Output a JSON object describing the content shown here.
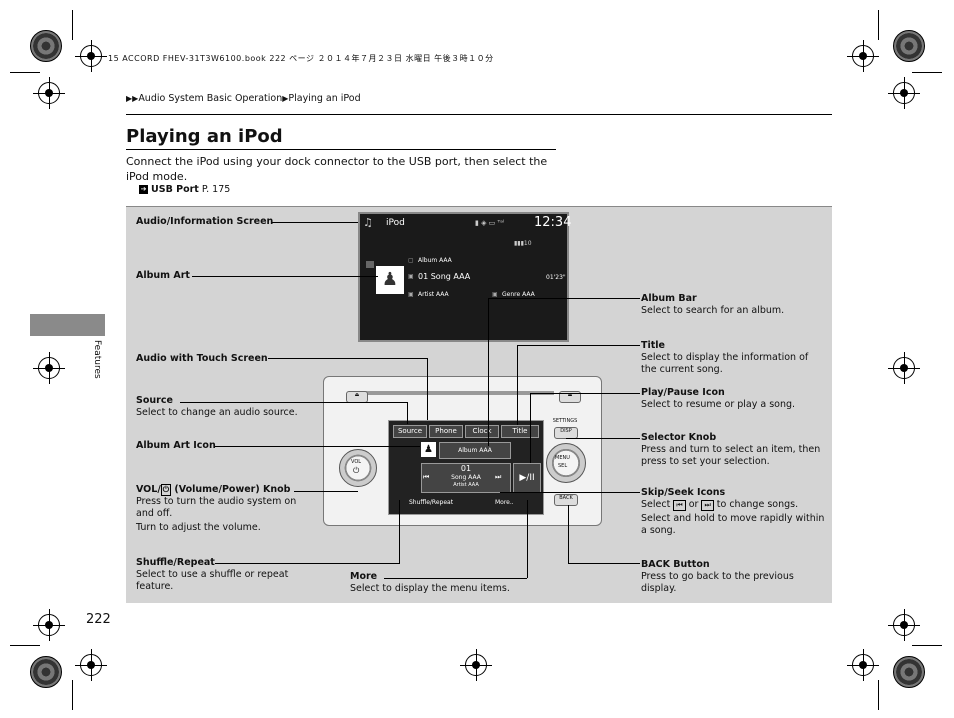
{
  "print_header": "15 ACCORD FHEV-31T3W6100.book 222 ページ ２０１４年７月２３日 水曜日 午後３時１０分",
  "breadcrumb": {
    "arrows": "▶▶",
    "section": "Audio System Basic Operation",
    "sep": "▶",
    "page": "Playing an iPod"
  },
  "title": "Playing an iPod",
  "intro": "Connect the iPod using your dock connector to the USB port, then select the iPod mode.",
  "ref": {
    "icon": "2",
    "label": "USB Port",
    "page": "P. 175"
  },
  "side_label": "Features",
  "page_number": "222",
  "screen": {
    "source": "iPod",
    "clock": "12:34",
    "volume": "10",
    "album": "Album AAA",
    "song": "01 Song AAA",
    "time": "01'23\"",
    "artist": "Artist AAA",
    "genre": "Genre AAA"
  },
  "unit": {
    "tabs": [
      "Source",
      "Phone",
      "Clock",
      "Title"
    ],
    "album": "Album AAA",
    "track": "01",
    "song": "Song AAA",
    "artist": "Artist AAA",
    "shuffle": "Shuffle/Repeat",
    "more": "More..",
    "vol_label": "VOL",
    "settings": "SETTINGS",
    "disp": "DISP",
    "menu": "MENU",
    "sel": "SEL",
    "back": "BACK"
  },
  "labels": {
    "audio_info": {
      "title": "Audio/Information Screen"
    },
    "album_art": {
      "title": "Album Art"
    },
    "audio_touch": {
      "title": "Audio with Touch Screen"
    },
    "source": {
      "title": "Source",
      "desc": "Select to change an audio source."
    },
    "album_art_icon": {
      "title": "Album Art Icon"
    },
    "vol": {
      "title_pre": "VOL/",
      "title_post": " (Volume/Power) Knob",
      "desc1": "Press to turn the audio system on and off.",
      "desc2": "Turn to adjust the volume."
    },
    "shuffle": {
      "title": "Shuffle/Repeat",
      "desc": "Select to use a shuffle or repeat feature."
    },
    "more": {
      "title": "More",
      "desc": "Select to display the menu items."
    },
    "album_bar": {
      "title": "Album Bar",
      "desc": "Select to search for an album."
    },
    "title_lbl": {
      "title": "Title",
      "desc": "Select to display the information of the current song."
    },
    "play_pause": {
      "title": "Play/Pause Icon",
      "desc": "Select to resume or play a song."
    },
    "selector": {
      "title": "Selector Knob",
      "desc": "Press and turn to select an item, then press to set your selection."
    },
    "skip": {
      "title": "Skip/Seek Icons",
      "desc_pre": "Select",
      "desc_or": "or",
      "desc_post": "to change songs.",
      "desc2": "Select and hold to move rapidly within a song."
    },
    "back": {
      "title": "BACK Button",
      "desc": "Press to go back to the previous display."
    }
  }
}
